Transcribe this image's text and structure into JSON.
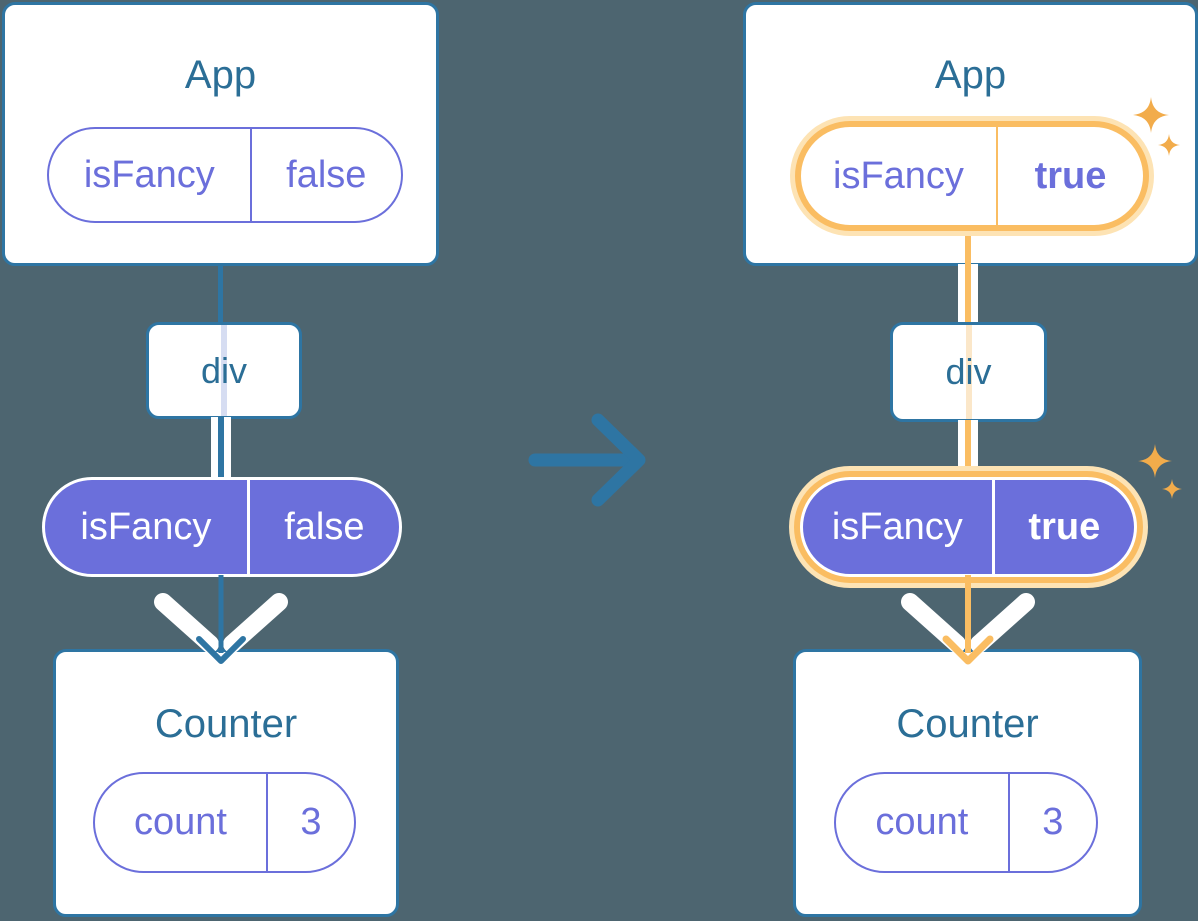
{
  "colors": {
    "background": "#4D6570",
    "steel": "#2E75A3",
    "heading": "#2B6E96",
    "purple": "#6B6FDB",
    "orange": "#FABD62",
    "orange_light": "#FDE3B4",
    "sparkle": "#F2AC4B",
    "faded_blue": "#D6DDF2",
    "faded_orange": "#FBE7C9",
    "white": "#FFFFFF"
  },
  "icons": {
    "transition_arrow": "right-arrow",
    "sparkle": "four-point-star",
    "down_arrow": "chevron-down-arrow"
  },
  "left_tree": {
    "app": {
      "title": "App",
      "prop": {
        "name": "isFancy",
        "value": "false"
      }
    },
    "div_label": "div",
    "passed_prop": {
      "name": "isFancy",
      "value": "false"
    },
    "counter": {
      "title": "Counter",
      "state": {
        "name": "count",
        "value": "3"
      }
    }
  },
  "right_tree": {
    "app": {
      "title": "App",
      "prop": {
        "name": "isFancy",
        "value": "true"
      }
    },
    "div_label": "div",
    "passed_prop": {
      "name": "isFancy",
      "value": "true"
    },
    "counter": {
      "title": "Counter",
      "state": {
        "name": "count",
        "value": "3"
      }
    }
  }
}
